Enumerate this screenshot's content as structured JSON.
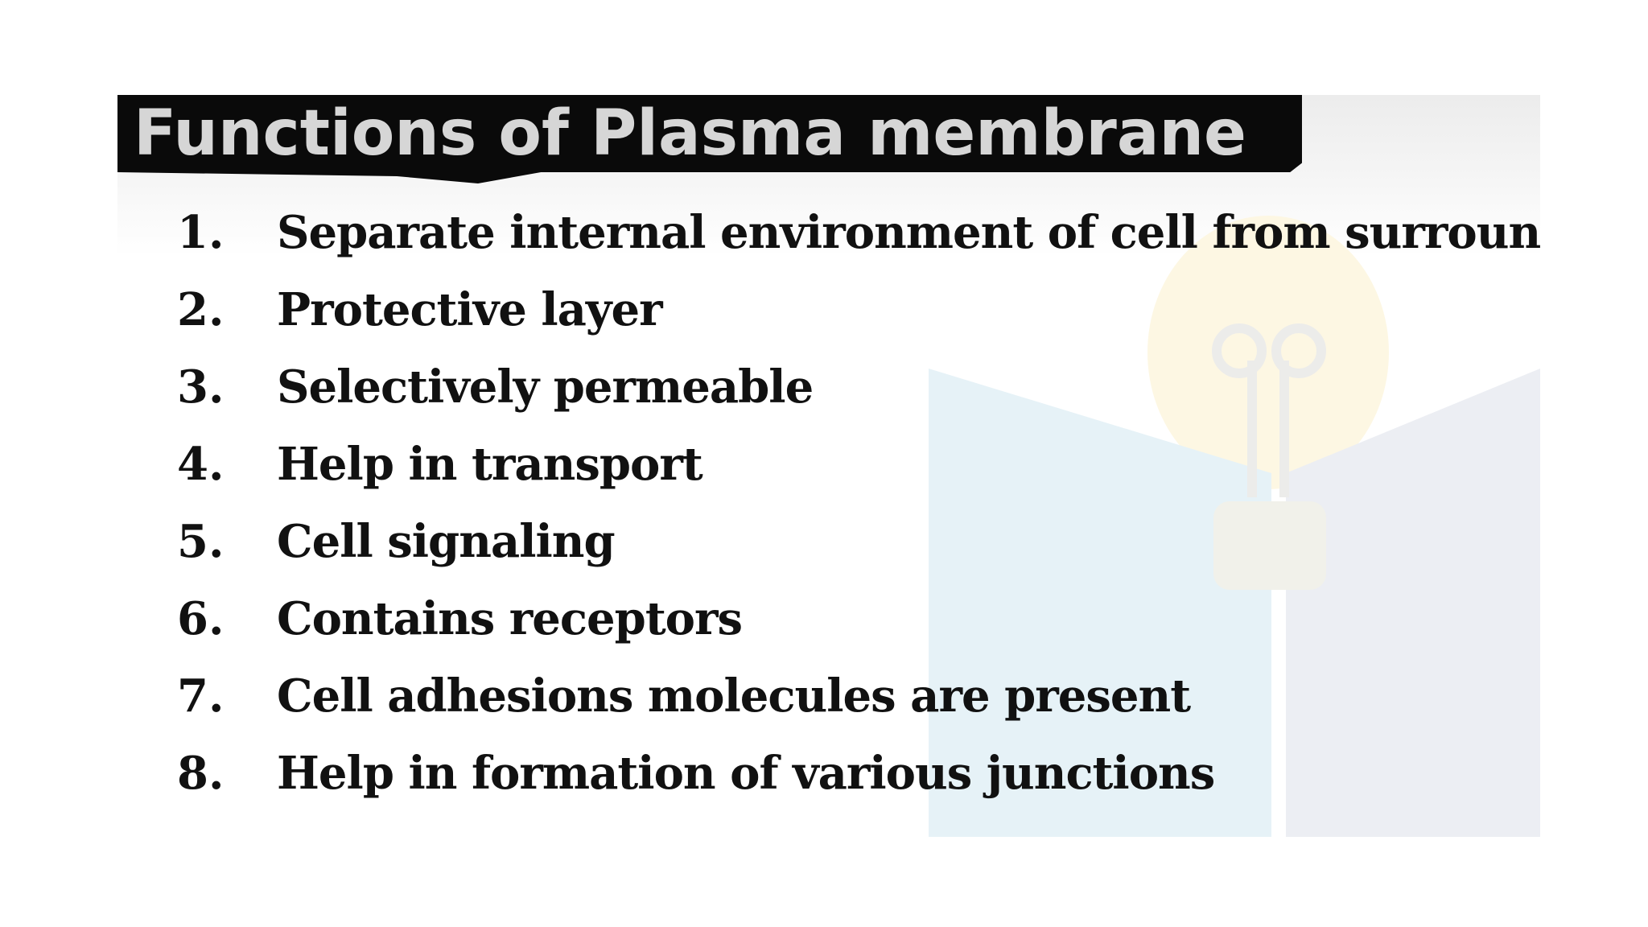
{
  "slide": {
    "title": "Functions of Plasma membrane",
    "items": [
      {
        "number": "1.",
        "text": "Separate internal environment of cell from surrounding."
      },
      {
        "number": "2.",
        "text": "Protective layer"
      },
      {
        "number": "3.",
        "text": "Selectively permeable"
      },
      {
        "number": "4.",
        "text": "Help in transport"
      },
      {
        "number": "5.",
        "text": "Cell signaling"
      },
      {
        "number": "6.",
        "text": "Contains receptors"
      },
      {
        "number": "7.",
        "text": "Cell adhesions molecules are present"
      },
      {
        "number": "8.",
        "text": "Help in formation of various junctions"
      }
    ],
    "watermark_icon": "lightbulb-book-icon",
    "colors": {
      "title_bar": "#0a0a0a",
      "title_text": "#d6d6d6",
      "body_text": "#111111",
      "watermark_blue": "#e3f1f7",
      "watermark_yellow": "#fdf6df"
    }
  }
}
